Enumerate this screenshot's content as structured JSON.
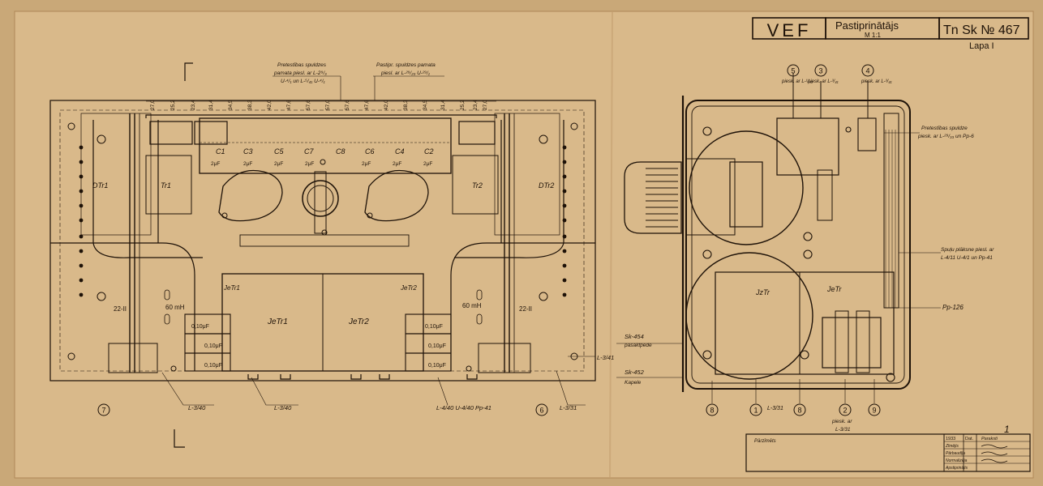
{
  "title_block": {
    "maker": "VEF",
    "title": "Pastiprinātājs",
    "scale": "M 1:1",
    "drawing_number": "Tn Sk № 467",
    "sheet": "Lapa I"
  },
  "left_view": {
    "dim_values": [
      "27,0",
      "25,2",
      "23,4",
      "31,4",
      "34,5",
      "38,3",
      "42,0",
      "47,6",
      "57,6",
      "57,0",
      "57,6",
      "47,6",
      "42,0",
      "38,3",
      "34,5",
      "31,4",
      "25,2",
      "23,4",
      "27,0"
    ],
    "capacitors": [
      "C1",
      "C3",
      "C5",
      "C7",
      "C8",
      "C6",
      "C4",
      "C2"
    ],
    "capacitor_values": [
      "2μF",
      "2μF",
      "2μF",
      "2μF",
      "2μF",
      "2μF",
      "2μF"
    ],
    "labels": {
      "dtr_left": "DTr1",
      "dtr_right": "DTr2",
      "tr_left": "Tr1",
      "tr_right": "Tr2",
      "jetr_1": "JeTr1",
      "jetr_2": "JeTr2",
      "jetr_small_1": "JeTr1",
      "jetr_small_2": "JeTr2",
      "res_left": "22-II",
      "res_right": "22-II",
      "mh_left": "60 mH",
      "mh_right": "60 mH",
      "cap_box_left": [
        "0,10μF",
        "0,10μF",
        "0,10μF"
      ],
      "cap_box_right": [
        "0,10μF",
        "0,10μF",
        "0,10μF"
      ]
    },
    "callouts": {
      "note_left": [
        "Pretestības spuldzes",
        "pamata piesl. ar L-2⁹/₃",
        "U-⁴/₁ un L-⁵/₄₁ U-⁴/₁"
      ],
      "note_right": [
        "Pastipr. spuldzes pamata",
        "piesl. ar L-²⁹/₂₃ U-²⁹/₁"
      ],
      "ref_l340": "L-3/40",
      "ref_l341": "L-3/41",
      "ref_l331": "L-3/31",
      "ref_bottom": "L-4/40 U-4/40 Pp-41"
    },
    "balloons": [
      "7",
      "6"
    ]
  },
  "right_view": {
    "top_notes": [
      "piesk. ar L-¹/₃₀",
      "piesk. ar L-³/₄₁",
      "piesk. ar L-³/₄₁"
    ],
    "top_balloons": [
      "5",
      "3",
      "4"
    ],
    "right_notes": [
      "Pretestības spuldze",
      "piesk. ar L-²⁹/₃₃ un Pp-6"
    ],
    "plate_note": [
      "Spuļu plāksne piesl. ar",
      "L-4/11 U-4/1 un Pp-41"
    ],
    "pp_ref": "Pp-126",
    "sk_454": [
      "Sk-454",
      "pasaktpede"
    ],
    "sk_452": [
      "Sk-452",
      "Kapele"
    ],
    "jztr": "JzTr",
    "jetr": "JeTr",
    "bottom_balloons": [
      "8",
      "1",
      "8",
      "2",
      "9"
    ],
    "bottom_refs": [
      "L-3/31"
    ],
    "bottom_note": [
      "piesk. ar",
      "L-3/31"
    ]
  },
  "revisions": {
    "label": "Pārzīmēts",
    "col_headers": [
      "1933",
      "Dat.",
      "Paraksti"
    ],
    "rows": [
      "Zīmējis",
      "Pārbaudīja",
      "Normalizēja",
      "Apstiprinājis"
    ]
  },
  "corner_mark": "1"
}
